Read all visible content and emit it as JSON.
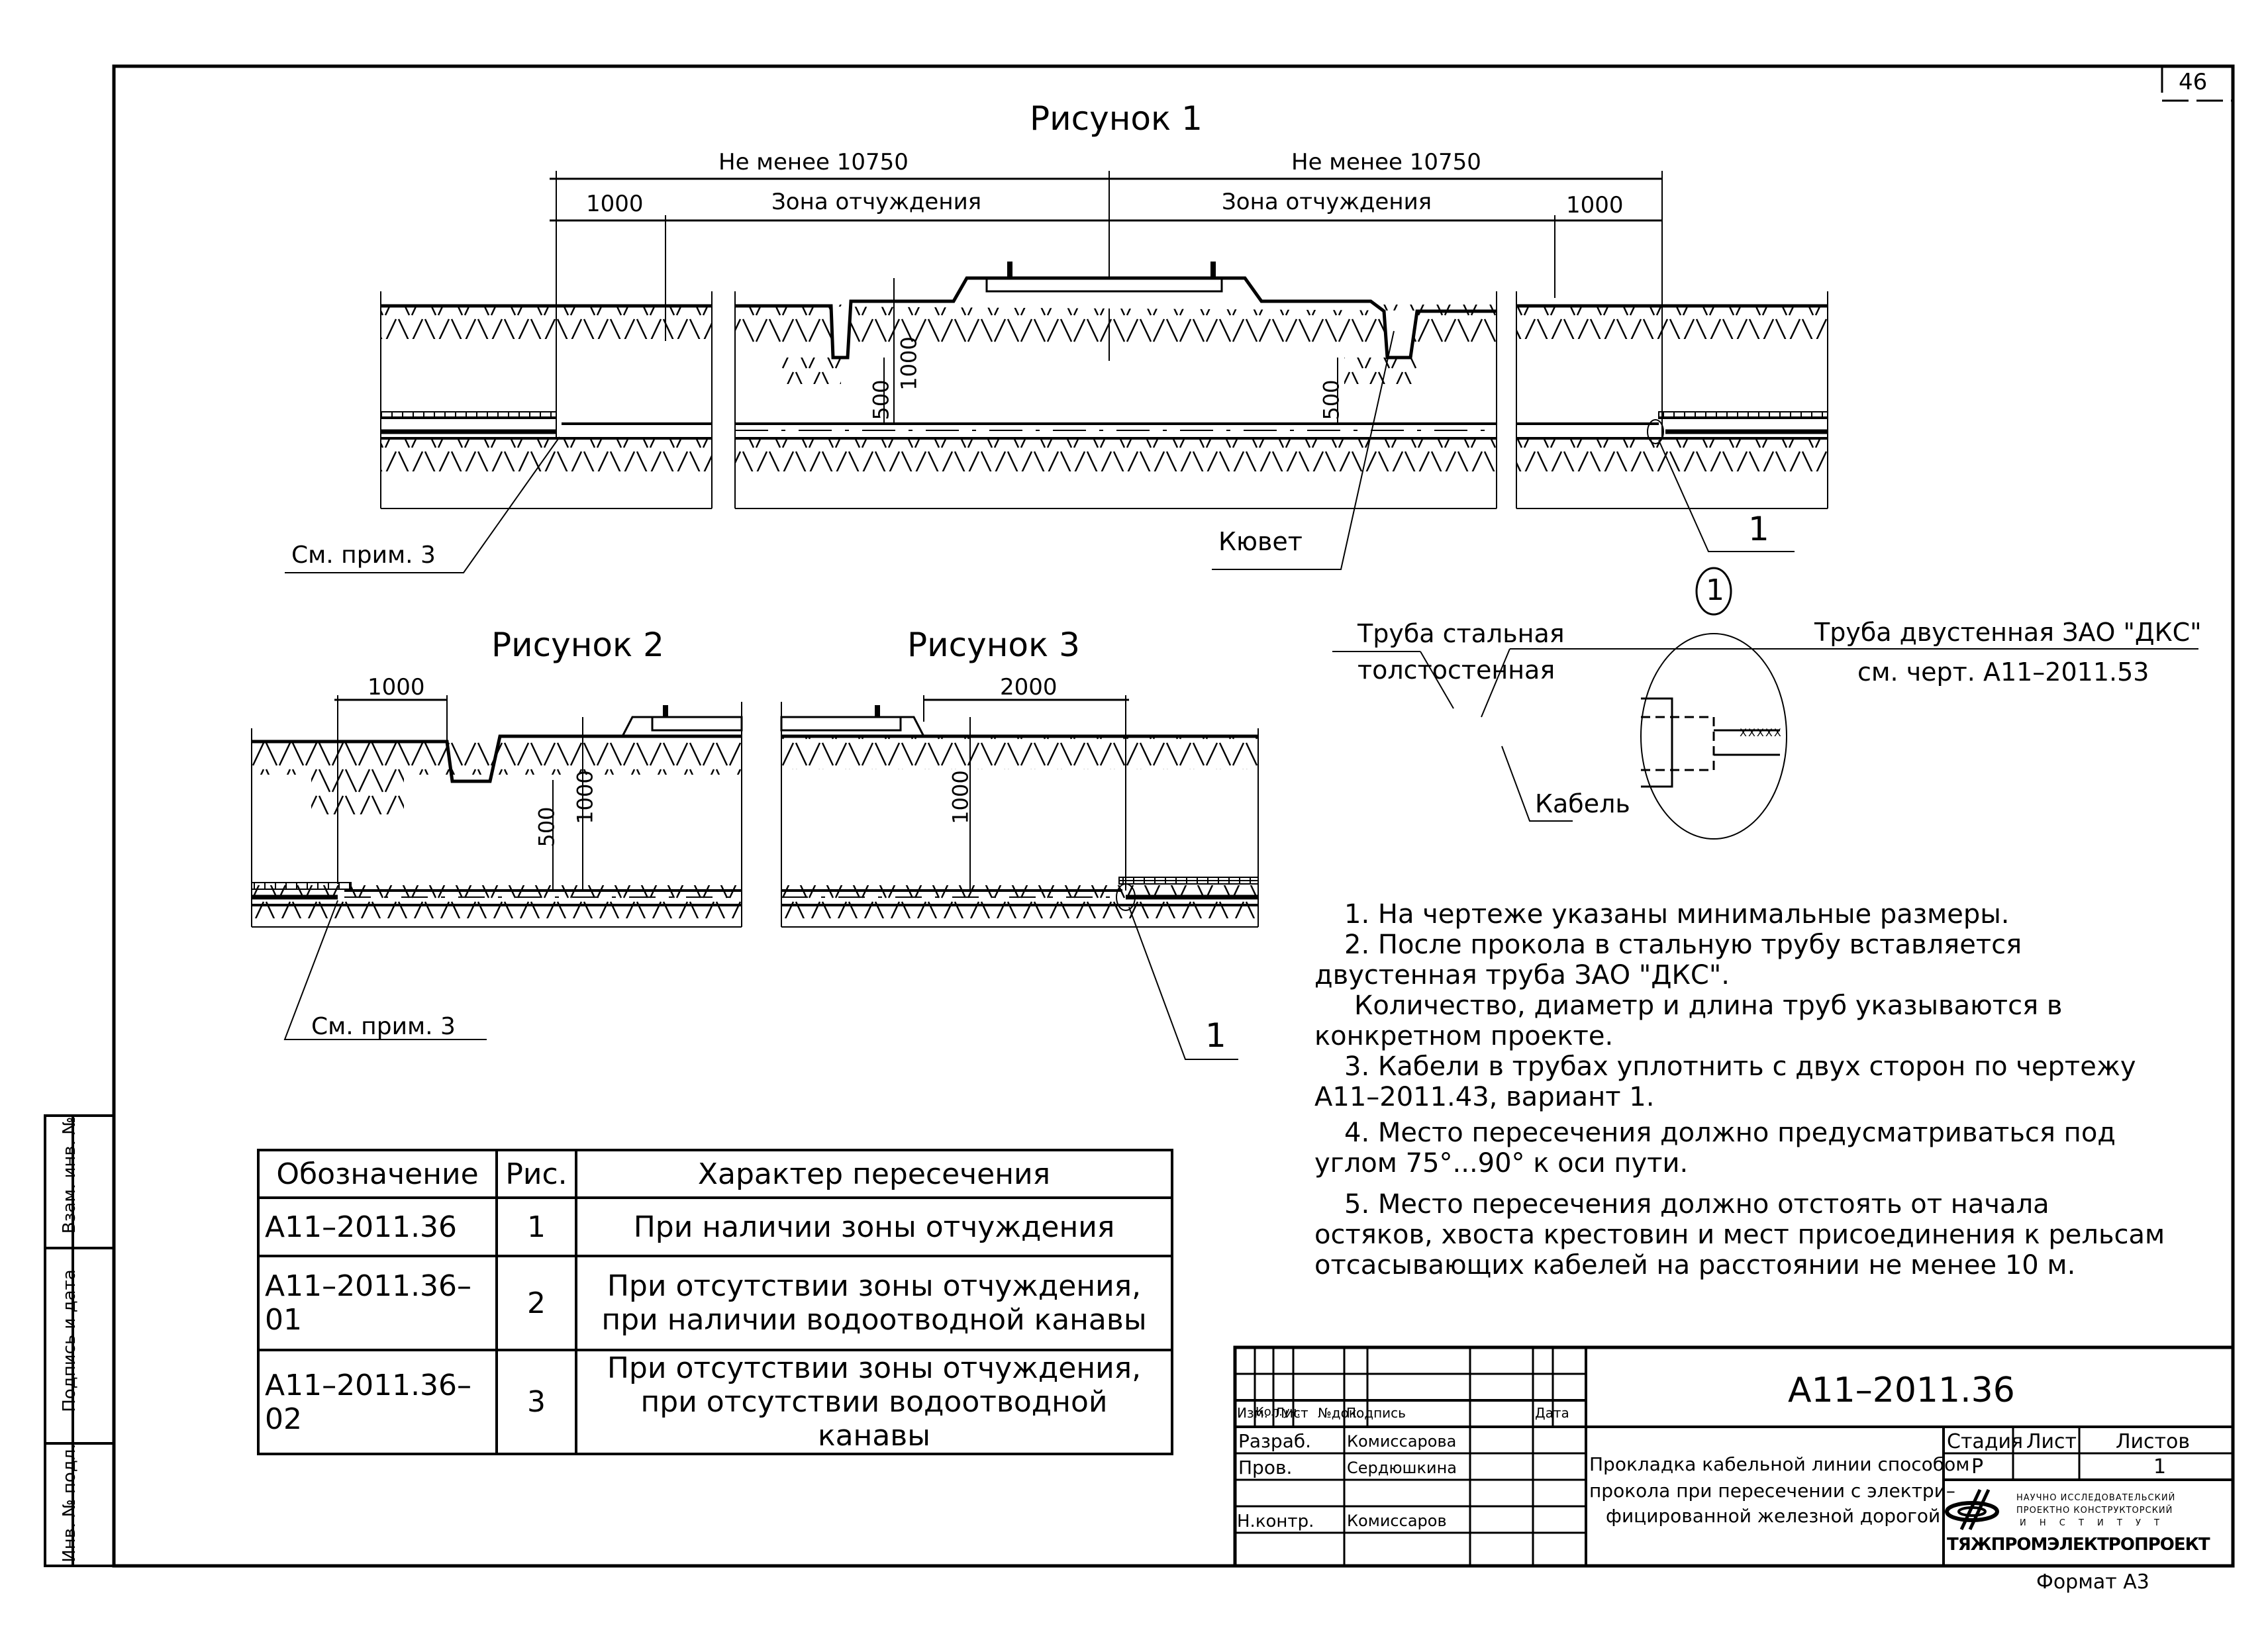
{
  "sheet": {
    "page_number": "46",
    "format_label": "Формат А3"
  },
  "side_stamp": {
    "cells": [
      "Взам. инв. №",
      "Подпись и дата",
      "Инв. № подл."
    ]
  },
  "figure1": {
    "title": "Рисунок 1",
    "dim_left_total": "Не менее 10750",
    "dim_right_total": "Не менее 10750",
    "dim_left_1000": "1000",
    "dim_right_1000": "1000",
    "zone_left": "Зона отчуждения",
    "zone_right": "Зона отчуждения",
    "dim_1000_vertical": "1000",
    "dim_500_left": "500",
    "dim_500_right": "500",
    "callout_note": "См. прим. 3",
    "callout_kyuvet": "Кювет",
    "callout_1": "1"
  },
  "figure2": {
    "title": "Рисунок 2",
    "dim_1000_horizontal": "1000",
    "dim_1000_vertical": "1000",
    "dim_500": "500",
    "callout_note": "См. прим. 3"
  },
  "figure3": {
    "title": "Рисунок 3",
    "dim_2000": "2000",
    "dim_1000_vertical": "1000",
    "callout_1": "1"
  },
  "detail1": {
    "marker": "1",
    "label_steel_line1": "Труба стальная",
    "label_steel_line2": "толстостенная",
    "label_dks_line1": "Труба двустенная ЗАО \"ДКС\"",
    "label_dks_line2": "см. черт. А11–2011.53",
    "label_cable": "Кабель",
    "cable_marks": "XXXXX"
  },
  "notes": [
    "1. На чертеже указаны минимальные размеры.",
    "2. После прокола в стальную трубу вставляется",
    "двустенная труба ЗАО \"ДКС\".",
    "Количество, диаметр и длина труб указываются в",
    "конкретном проекте.",
    "3. Кабели в трубах уплотнить с двух сторон по чертежу",
    "А11–2011.43, вариант 1.",
    "4. Место пересечения должно предусматриваться под",
    "углом 75°...90° к оси пути.",
    "5. Место пересечения должно отстоять от начала",
    "остяков, хвоста крестовин и мест присоединения к рельсам",
    "отсасывающих кабелей на расстоянии не менее 10 м."
  ],
  "spec_table": {
    "headers": [
      "Обозначение",
      "Рис.",
      "Характер пересечения"
    ],
    "rows": [
      {
        "code": "А11–2011.36",
        "fig": "1",
        "desc1": "При наличии зоны отчуждения",
        "desc2": ""
      },
      {
        "code": "А11–2011.36–01",
        "fig": "2",
        "desc1": "При отсутствии зоны отчуждения,",
        "desc2": "при наличии водоотводной канавы"
      },
      {
        "code": "А11–2011.36–02",
        "fig": "3",
        "desc1": "При отсутствии зоны отчуждения,",
        "desc2": "при отсутствии водоотводной канавы"
      }
    ]
  },
  "title_block": {
    "doc_code": "А11–2011.36",
    "col_headers": [
      "Изм.",
      "Кол.уч.",
      "Лист",
      "№док.",
      "Подпись",
      "Дата"
    ],
    "people": [
      {
        "role": "Разраб.",
        "name": "Комиссарова"
      },
      {
        "role": "Пров.",
        "name": "Сердюшкина"
      },
      {
        "role": "",
        "name": ""
      },
      {
        "role": "Н.контр.",
        "name": "Комиссаров"
      }
    ],
    "description": [
      "Прокладка кабельной линии способом",
      "прокола при пересечении с электри–",
      "фицированной железной дорогой"
    ],
    "stage_header": "Стадия",
    "sheet_header": "Лист",
    "sheets_header": "Листов",
    "stage_value": "Р",
    "sheet_value": "",
    "sheets_value": "1",
    "org_line1": "НАУЧНО ИССЛЕДОВАТЕЛЬСКИЙ",
    "org_line2": "ПРОЕКТНО КОНСТРУКТОРСКИЙ",
    "org_line3": "И Н С Т И Т У Т",
    "org_name": "ТЯЖПРОМЭЛЕКТРОПРОЕКТ"
  }
}
